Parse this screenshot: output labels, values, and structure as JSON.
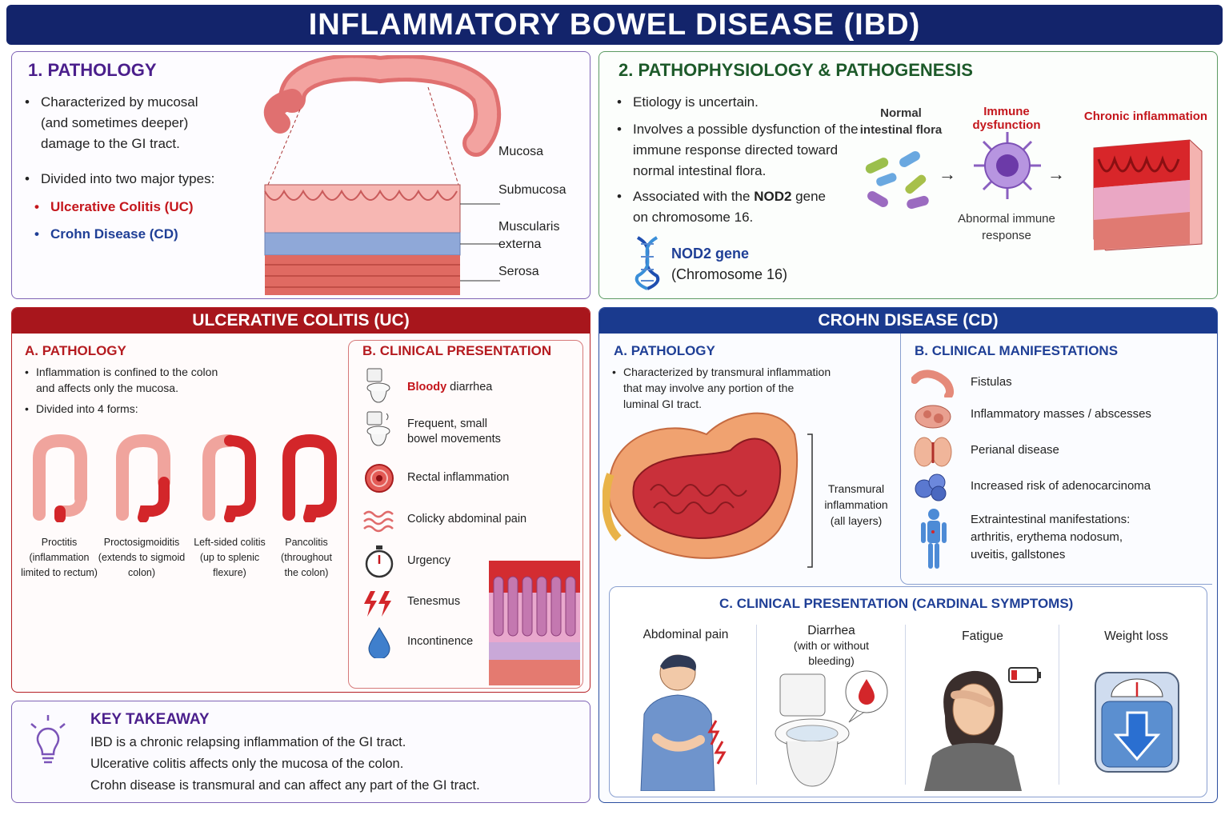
{
  "title": "INFLAMMATORY BOWEL DISEASE (IBD)",
  "pathology": {
    "heading": "1.  PATHOLOGY",
    "bullet1": [
      "Characterized by mucosal",
      "(and sometimes deeper)",
      "damage to the GI tract."
    ],
    "bullet2": "Divided into two major types:",
    "type_uc": "Ulcerative Colitis (UC)",
    "type_cd": "Crohn Disease (CD)",
    "layers": [
      "Mucosa",
      "Submucosa",
      "Muscularis",
      "externa",
      "Serosa"
    ]
  },
  "pathophysiology": {
    "heading": "2.  PATHOPHYSIOLOGY & PATHOGENESIS",
    "bullet1": "Etiology is uncertain.",
    "bullet2": [
      "Involves a possible dysfunction of the",
      "immune response directed toward",
      "normal intestinal flora."
    ],
    "bullet3_pre": "Associated with the ",
    "bullet3_bold": "NOD2",
    "bullet3_post": " gene",
    "bullet3_line2": "on chromosome 16.",
    "gene_name": "NOD2 gene",
    "gene_chrom": "(Chromosome 16)",
    "flow_normal": [
      "Normal",
      "intestinal flora"
    ],
    "flow_immune": "Immune dysfunction",
    "flow_abnormal": [
      "Abnormal immune",
      "response"
    ],
    "flow_chronic": "Chronic inflammation"
  },
  "uc": {
    "header": "ULCERATIVE COLITIS (UC)",
    "a_title": "A.  PATHOLOGY",
    "a_bullet1": [
      "Inflammation is confined to the colon",
      "and affects only the mucosa."
    ],
    "a_bullet2": "Divided into 4 forms:",
    "forms": [
      {
        "name": "Proctitis",
        "desc1": "(inflammation",
        "desc2": "limited to rectum)"
      },
      {
        "name": "Proctosigmoiditis",
        "desc1": "(extends to sigmoid",
        "desc2": "colon)"
      },
      {
        "name": "Left-sided colitis",
        "desc1": "(up to splenic",
        "desc2": "flexure)"
      },
      {
        "name": "Pancolitis",
        "desc1": "(throughout",
        "desc2": "the colon)"
      }
    ],
    "b_title": "B.  CLINICAL PRESENTATION",
    "b_bloody": "Bloody",
    "b_diarrhea": " diarrhea",
    "b_items": [
      "Frequent, small",
      "bowel movements",
      "Rectal inflammation",
      "Colicky abdominal pain",
      "Urgency",
      "Tenesmus",
      "Incontinence"
    ]
  },
  "cd": {
    "header": "CROHN DISEASE (CD)",
    "a_title": "A.  PATHOLOGY",
    "a_bullet": [
      "Characterized by transmural inflammation",
      "that may involve any portion of the",
      "luminal GI tract."
    ],
    "transmural": [
      "Transmural",
      "inflammation",
      "(all layers)"
    ],
    "b_title": "B.  CLINICAL MANIFESTATIONS",
    "b_items": [
      "Fistulas",
      "Inflammatory masses / abscesses",
      "Perianal disease",
      "Increased risk of adenocarcinoma",
      "Extraintestinal manifestations:",
      "arthritis, erythema nodosum,",
      "uveitis, gallstones"
    ],
    "c_title": "C.  CLINICAL PRESENTATION (CARDINAL SYMPTOMS)",
    "symptoms": [
      "Abdominal pain",
      "Diarrhea",
      "(with or without",
      "bleeding)",
      "Fatigue",
      "Weight loss"
    ]
  },
  "key": {
    "title": "KEY TAKEAWAY",
    "lines": [
      "IBD is a chronic relapsing inflammation of the GI tract.",
      "Ulcerative colitis affects only the mucosa of the colon.",
      "Crohn disease is transmural and can affect any part of the GI tract."
    ]
  },
  "colors": {
    "navy": "#13246b",
    "uc_red": "#a8161c",
    "cd_blue": "#1a3a8e",
    "purple": "#4b1f8c",
    "green": "#1d5a2a"
  }
}
